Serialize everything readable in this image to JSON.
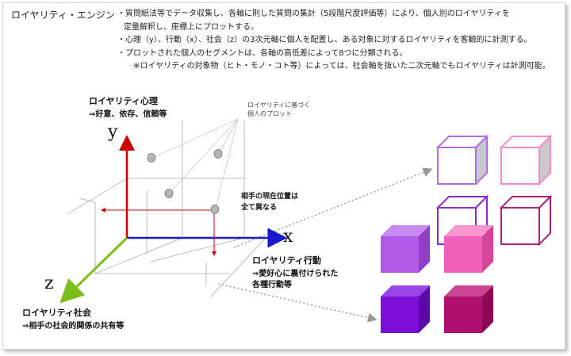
{
  "header": {
    "title": "ロイヤリティ・エンジン",
    "lines": [
      "・質問紙法等でデータ収集し、各軸に則した質問の集計（5段階尺度評価等）により、個人別のロイヤリティを",
      "定量解釈し、座標上にプロットする。",
      "・心理（y）、行動（x）、社会（z）の3次元軸に個人を配置し、ある対象に対するロイヤリティを客観的に計測する。",
      "・プロットされた個人のセグメントは、各軸の高低差によって8つに分類される。",
      "※ロイヤリティの対象物（ヒト・モノ・コト等）によっては、社会軸を抜いた二次元軸でもロイヤリティは計測可能。"
    ]
  },
  "axes": {
    "y": {
      "letter": "y",
      "title": "ロイヤリティ心理",
      "desc": "⇒好意、依存、信頼等",
      "color": "#cc0000"
    },
    "x": {
      "letter": "x",
      "title": "ロイヤリティ行動",
      "desc1": "⇒愛好心に裏付けられた",
      "desc2": "各種行動等",
      "color": "#1a1acc"
    },
    "z": {
      "letter": "z",
      "title": "ロイヤリティ社会",
      "desc": "⇒相手の社会的関係の共有等",
      "color": "#7abf1a"
    }
  },
  "annotations": {
    "plot_note1": "ロイヤリティに基づく",
    "plot_note2": "個人のプロット",
    "position_note1": "相手の現在位置は",
    "position_note2": "全て異なる"
  },
  "segments": {
    "count": 8,
    "colors": {
      "outline_light_purple": "#b36be0",
      "outline_pink": "#f08cc8",
      "outline_purple": "#8a2bd0",
      "outline_magenta": "#b01e78",
      "solid_light_purple": "#b05ae8",
      "solid_pink": "#f25fb8",
      "solid_purple": "#7a10d8",
      "solid_magenta": "#b0106e"
    }
  }
}
